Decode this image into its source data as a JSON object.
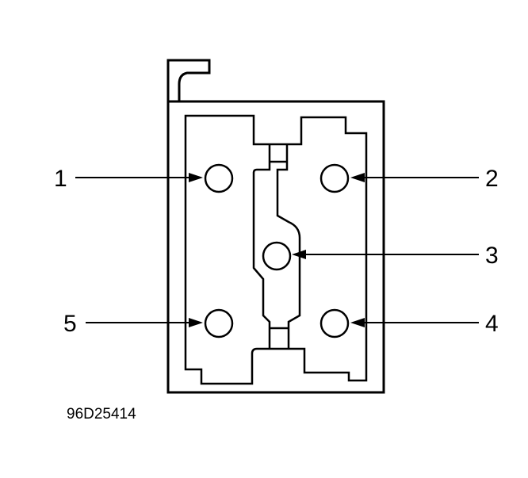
{
  "figure_code": "96D25414",
  "pins": [
    {
      "label": "1"
    },
    {
      "label": "2"
    },
    {
      "label": "3"
    },
    {
      "label": "4"
    },
    {
      "label": "5"
    }
  ]
}
